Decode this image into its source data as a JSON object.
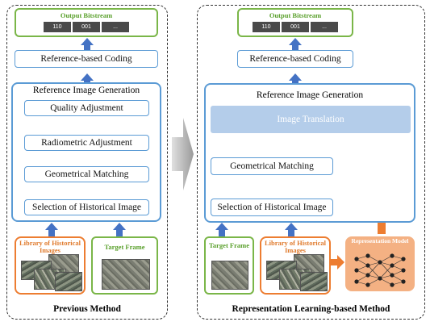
{
  "left": {
    "caption": "Previous Method",
    "output_title": "Output Bitstream",
    "bits": [
      "110",
      "001",
      "..."
    ],
    "coding": "Reference-based Coding",
    "generation_title": "Reference Image Generation",
    "steps": [
      "Quality Adjustment",
      "Radiometric Adjustment",
      "Geometrical Matching",
      "Selection of Historical Image"
    ],
    "library_title": "Library of Historical Images",
    "target_title": "Target Frame"
  },
  "right": {
    "caption": "Representation Learning-based Method",
    "output_title": "Output Bitstream",
    "bits": [
      "110",
      "001",
      "..."
    ],
    "coding": "Reference-based Coding",
    "generation_title": "Reference Image Generation",
    "translation": "Image Translation",
    "steps": [
      "Geometrical Matching",
      "Selection of Historical Image"
    ],
    "target_title": "Target Frame",
    "library_title": "Library of Historical Images",
    "model_title": "Representation Model"
  },
  "colors": {
    "blue_arrow": "#4472c4",
    "green": "#7ab648",
    "orange": "#ed7d31",
    "box_blue": "#5b9bd5",
    "translation_fill": "#b4cdea"
  }
}
